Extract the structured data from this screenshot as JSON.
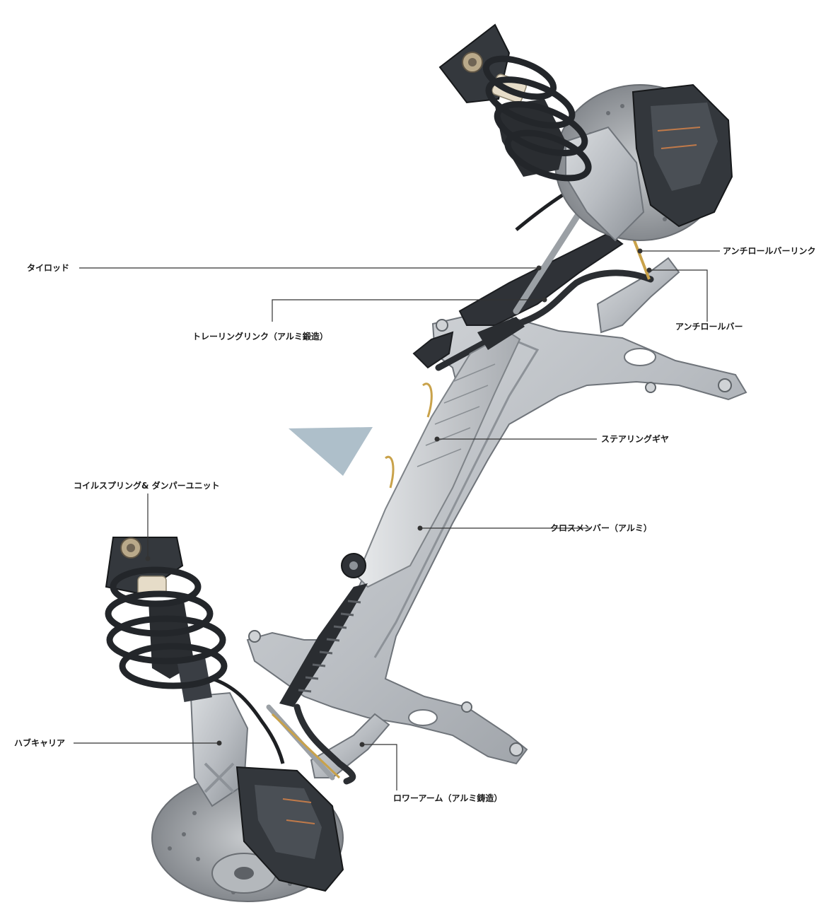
{
  "labels": {
    "tie_rod": "タイロッド",
    "anti_roll_bar_link": "アンチロールバーリンク",
    "anti_roll_bar": "アンチロールバー",
    "trailing_link": "トレーリングリンク（アルミ鍛造）",
    "steering_gear": "ステアリングギヤ",
    "coil_spring_damper": "コイルスプリング& ダンパーユニット",
    "cross_member": "クロスメンバー（アルミ）",
    "hub_carrier": "ハブキャリア",
    "lower_arm": "ロワーアーム（アルミ鋳造）"
  },
  "colors": {
    "aluminum": "#b9bdc2",
    "aluminum_dark": "#8d9298",
    "rubber": "#2a2d31",
    "brake_disc": "#9a9ea3",
    "caliper": "#3a3e44",
    "accent_triangle": "#aebfca",
    "leader_line": "#333333",
    "brass": "#c9a24a"
  },
  "icons": {
    "direction_marker": "triangle-down-icon"
  }
}
